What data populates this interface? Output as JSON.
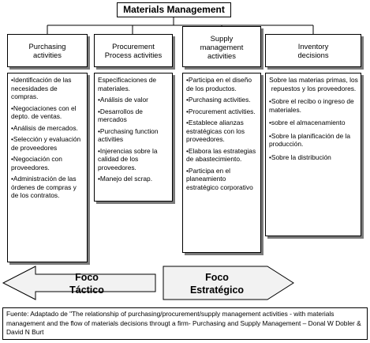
{
  "title": "Materials Management",
  "columns": [
    {
      "heading": "Purchasing\nactivities",
      "items": [
        "•Identificación de las necesidades de compras.",
        "•Negociaciones con el depto. de ventas.",
        "•Análisis de mercados.",
        "•Selección y evaluación de proveedores",
        "•Negociación con proveedores.",
        "•Administración de las órdenes de compras y de los contratos."
      ]
    },
    {
      "heading": "Procurement\nProcess activities",
      "items": [
        "Especificaciones de materiales.",
        "•Análisis de valor",
        "•Desarrollos de mercados",
        "•Purchasing function activities",
        "•Injerencias sobre la calidad de los proveedores.",
        "•Manejo del scrap."
      ]
    },
    {
      "heading": "Supply\nmanagement\nactivities",
      "items": [
        "•Participa en el diseño de los productos.",
        "•Purchasing activities.",
        "•Procurement activities.",
        "•Establece alianzas estratégicas con los proveedores.",
        "•Elabora las estrategias de abastecimiento.",
        "•Participa en el planeamiento estratégico corporativo"
      ]
    },
    {
      "heading": "Inventory\ndecisions",
      "items": [
        "Sobre las materias primas, los repuestos y los proveedores.",
        "•Sobre el recibo o ingreso de materiales.",
        "•sobre el almacenamiento",
        "•Sobre la planificación de la producción.",
        "•Sobre la distribución"
      ]
    }
  ],
  "foco_tactico": "Foco\nTáctico",
  "foco_estrategico": "Foco\nEstratégico",
  "footer": "Fuente: Adaptado de \"The relationship of purchasing/procurement/supply management activities - with materials management and the flow of materials decisions througt a firm- Purchasing and Supply Management – Donal W Dobler & David N Burt"
}
